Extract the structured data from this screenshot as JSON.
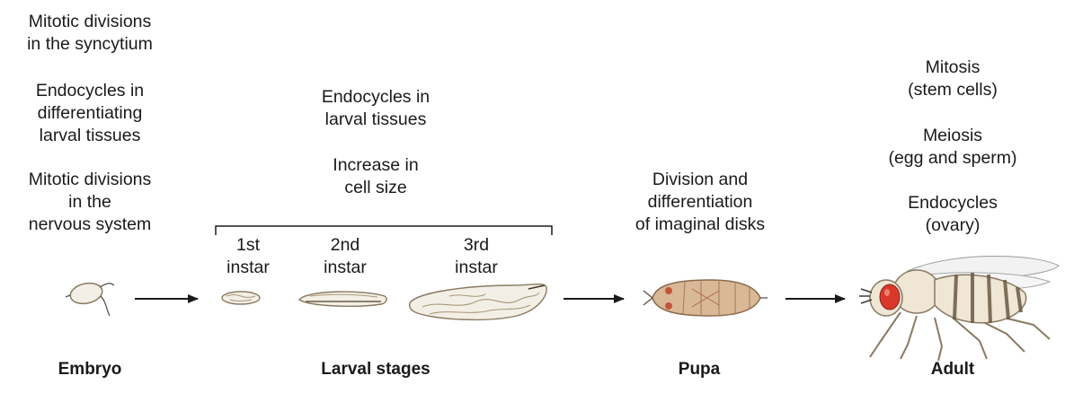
{
  "embryo": {
    "notes": [
      [
        "Mitotic divisions",
        "in the syncytium"
      ],
      [
        "Endocycles in",
        "differentiating",
        "larval tissues"
      ],
      [
        "Mitotic divisions",
        "in the",
        "nervous system"
      ]
    ],
    "label": "Embryo"
  },
  "larval": {
    "notes": [
      [
        "Endocycles in",
        "larval tissues"
      ],
      [
        "Increase in",
        "cell size"
      ]
    ],
    "instars": [
      [
        "1st",
        "instar"
      ],
      [
        "2nd",
        "instar"
      ],
      [
        "3rd",
        "instar"
      ]
    ],
    "label": "Larval stages"
  },
  "pupa": {
    "notes": [
      [
        "Division and",
        "differentiation",
        "of imaginal disks"
      ]
    ],
    "label": "Pupa"
  },
  "adult": {
    "notes": [
      [
        "Mitosis",
        "(stem cells)"
      ],
      [
        "Meiosis",
        "(egg and sperm)"
      ],
      [
        "Endocycles",
        "(ovary)"
      ]
    ],
    "label": "Adult"
  },
  "colors": {
    "text": "#1a1a1a",
    "body_fill": "#efe6d6",
    "body_stroke": "#8a7a62",
    "eye": "#d9382a",
    "stripe": "#6b5a44"
  }
}
